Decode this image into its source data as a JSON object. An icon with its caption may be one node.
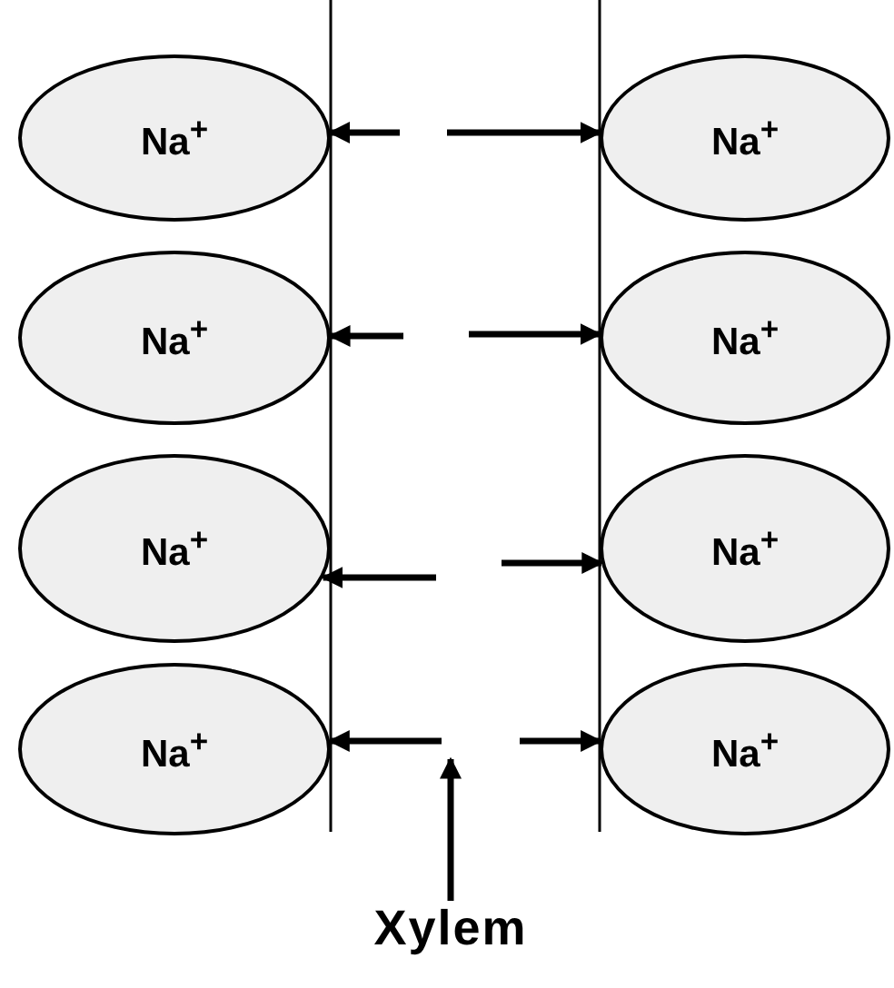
{
  "diagram": {
    "nodes": [
      {
        "text": [
          "Na$^{+}$"
        ]
      },
      {
        "text": [
          "Na$^{+}$"
        ]
      },
      {
        "text": [
          "Na$^{+}$"
        ]
      },
      {
        "text": [
          "Na$^{+}$"
        ]
      },
      {
        "text": [
          "Na$^{+}$"
        ]
      },
      {
        "text": [
          "Na$^{+}$"
        ]
      },
      {
        "text": [
          "Na$^{+}$"
        ]
      },
      {
        "text": [
          "Na$^{+}$"
        ]
      },
      {
        "text": [
          "Xylem"
        ]
      }
    ],
    "edges": [
      {
        "from": null,
        "to": 0,
        "arrow": "to"
      },
      {
        "from": null,
        "to": 1,
        "arrow": "to"
      },
      {
        "from": null,
        "to": 2,
        "arrow": "to"
      },
      {
        "from": null,
        "to": 3,
        "arrow": "to"
      },
      {
        "from": null,
        "to": 4,
        "arrow": "to"
      },
      {
        "from": null,
        "to": 5,
        "arrow": "to"
      },
      {
        "from": null,
        "to": 6,
        "arrow": "to"
      },
      {
        "from": null,
        "to": 7,
        "arrow": "to"
      },
      {
        "from": 8,
        "to": null,
        "arrow": "to"
      }
    ]
  }
}
